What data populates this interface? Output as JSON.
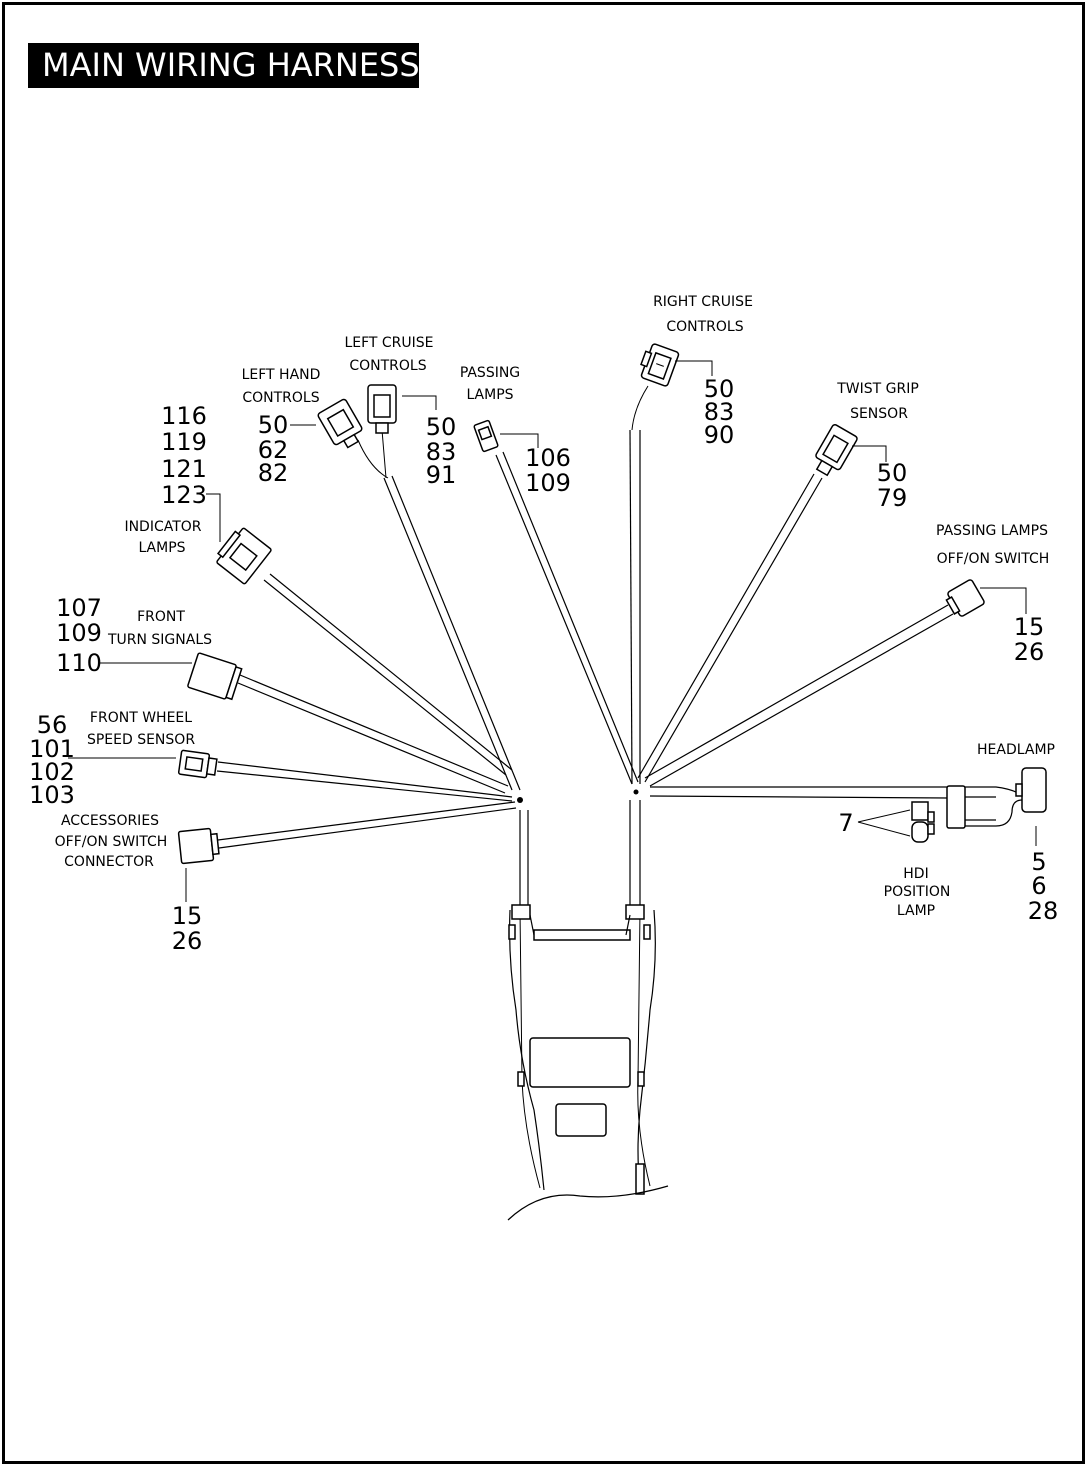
{
  "title": "MAIN WIRING HARNESS",
  "labels": {
    "right_cruise_1": "RIGHT CRUISE",
    "right_cruise_2": "CONTROLS",
    "left_cruise_1": "LEFT CRUISE",
    "left_cruise_2": "CONTROLS",
    "passing_lamps_1": "PASSING",
    "passing_lamps_2": "LAMPS",
    "left_hand_1": "LEFT HAND",
    "left_hand_2": "CONTROLS",
    "twist_grip_1": "TWIST GRIP",
    "twist_grip_2": "SENSOR",
    "indicator_1": "INDICATOR",
    "indicator_2": "LAMPS",
    "passing_switch_1": "PASSING LAMPS",
    "passing_switch_2": "OFF/ON SWITCH",
    "front_turn_1": "FRONT",
    "front_turn_2": "TURN SIGNALS",
    "wheel_speed_1": "FRONT WHEEL",
    "wheel_speed_2": "SPEED SENSOR",
    "headlamp": "HEADLAMP",
    "accessories_1": "ACCESSORIES",
    "accessories_2": "OFF/ON SWITCH",
    "accessories_3": "CONNECTOR",
    "hdi_1": "HDI",
    "hdi_2": "POSITION",
    "hdi_3": "LAMP"
  },
  "callouts": {
    "right_cruise": [
      "50",
      "83",
      "90"
    ],
    "left_cruise": [
      "50",
      "83",
      "91"
    ],
    "passing_lamps": [
      "106",
      "109"
    ],
    "left_hand": [
      "50",
      "62",
      "82"
    ],
    "indicator": [
      "116",
      "119",
      "121",
      "123"
    ],
    "twist_grip": [
      "50",
      "79"
    ],
    "passing_switch": [
      "15",
      "26"
    ],
    "front_turn": [
      "107",
      "109",
      "110"
    ],
    "wheel_speed": [
      "56",
      "101",
      "102",
      "103"
    ],
    "accessories": [
      "15",
      "26"
    ],
    "hdi": [
      "7"
    ],
    "headlamp": [
      "5",
      "6",
      "28"
    ]
  }
}
